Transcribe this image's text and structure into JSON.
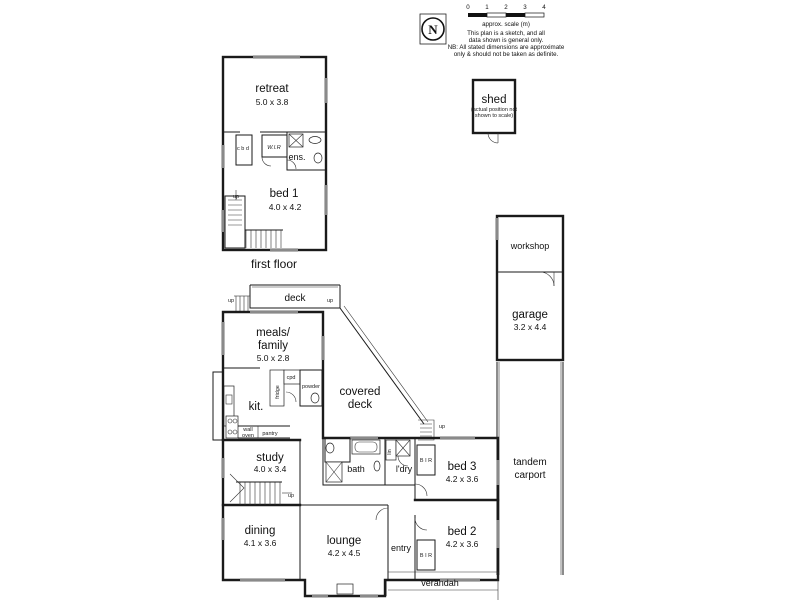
{
  "scale": {
    "ticks": [
      "0",
      "1",
      "2",
      "3",
      "4"
    ],
    "label": "approx. scale (m)",
    "note_lines": [
      "This plan is a sketch, and all",
      "data shown is general only.",
      "NB: All stated dimensions are approximate",
      "only & should not be taken as definite."
    ]
  },
  "compass": {
    "letter": "N"
  },
  "first_floor": {
    "label": "first floor",
    "rooms": {
      "retreat": {
        "name": "retreat",
        "dim": "5.0 x 3.8"
      },
      "bed1": {
        "name": "bed 1",
        "dim": "4.0 x 4.2"
      },
      "ens": {
        "name": "ens."
      },
      "wir": {
        "name": "W.I.R"
      },
      "cbd": {
        "name": "c b d"
      },
      "up": {
        "name": "up"
      }
    }
  },
  "shed": {
    "name": "shed",
    "note_lines": [
      "(actual position not",
      "shown to scale)"
    ]
  },
  "outbuildings": {
    "workshop": {
      "name": "workshop"
    },
    "garage": {
      "name": "garage",
      "dim": "3.2 x 4.4"
    },
    "carport": {
      "name_lines": [
        "tandem",
        "carport"
      ]
    }
  },
  "ground_floor": {
    "deck": {
      "name": "deck",
      "up_left": "up",
      "up_right": "up"
    },
    "meals": {
      "name_lines": [
        "meals/",
        "family"
      ],
      "dim": "5.0 x 2.8"
    },
    "kit": {
      "name": "kit."
    },
    "covered_deck": {
      "name_lines": [
        "covered",
        "deck"
      ],
      "up": "up"
    },
    "cpd": {
      "name": "cpd"
    },
    "powder": {
      "name": "powder"
    },
    "fridge": {
      "name": "fridge"
    },
    "pantry": {
      "name": "pantry"
    },
    "wall_oven": {
      "name_lines": [
        "wall",
        "oven"
      ]
    },
    "study": {
      "name": "study",
      "dim": "4.0 x 3.4"
    },
    "stair_up": {
      "name": "up"
    },
    "bath": {
      "name": "bath"
    },
    "ldry": {
      "name": "l'dry"
    },
    "linen": {
      "name": "lin"
    },
    "bed3": {
      "name": "bed 3",
      "dim": "4.2 x 3.6",
      "robe": "B I R"
    },
    "bed2": {
      "name": "bed 2",
      "dim": "4.2 x 3.6",
      "robe": "B I R"
    },
    "dining": {
      "name": "dining",
      "dim": "4.1 x 3.6"
    },
    "lounge": {
      "name": "lounge",
      "dim": "4.2 x 4.5"
    },
    "entry": {
      "name": "entry"
    },
    "verandah": {
      "name": "verandah"
    }
  }
}
